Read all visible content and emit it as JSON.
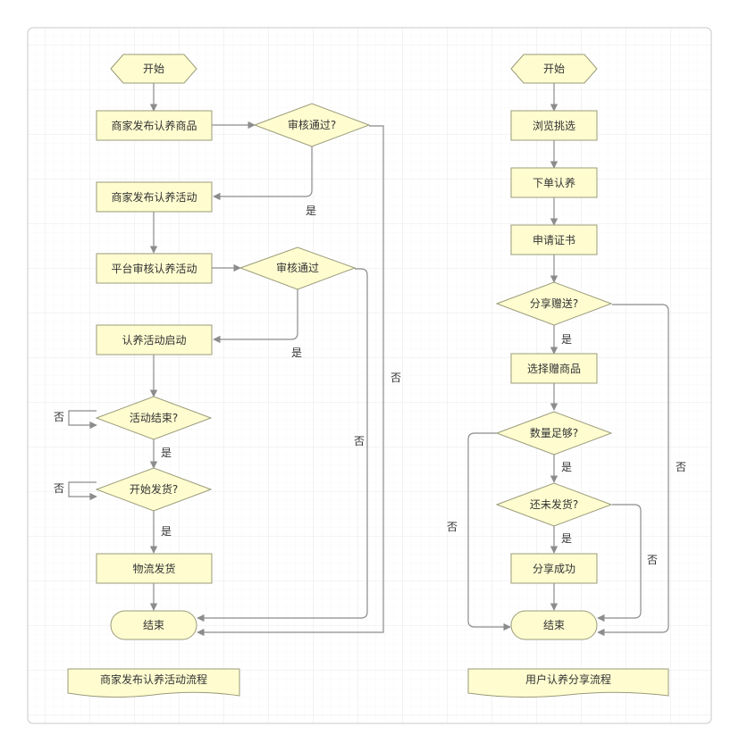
{
  "colors": {
    "node_fill": "#fffdd0",
    "node_stroke": "#9a9a7a",
    "edge": "#8c8c8c",
    "grid": "#efefef",
    "frame": "#c8c8c8",
    "text": "#333333"
  },
  "left_flow": {
    "start": "开始",
    "publish_goods": "商家发布认养商品",
    "review1": "审核通过?",
    "publish_activity": "商家发布认养活动",
    "platform_review": "平台审核认养活动",
    "review2": "审核通过",
    "activity_start": "认养活动启动",
    "activity_end": "活动结束?",
    "start_shipping": "开始发货?",
    "logistics": "物流发货",
    "end": "结束",
    "caption": "商家发布认养活动流程",
    "labels": {
      "yes1": "是",
      "yes2": "是",
      "yes3": "是",
      "yes4": "是",
      "no1": "否",
      "no2": "否",
      "no3": "否",
      "no4": "否"
    }
  },
  "right_flow": {
    "start": "开始",
    "browse": "浏览挑选",
    "order": "下单认养",
    "apply_cert": "申请证书",
    "share_gift": "分享赠送?",
    "choose_gift": "选择赠商品",
    "qty_enough": "数量足够?",
    "not_shipped": "还未发货?",
    "share_success": "分享成功",
    "end": "结束",
    "caption": "用户认养分享流程",
    "labels": {
      "yes1": "是",
      "yes2": "是",
      "yes3": "是",
      "no1": "否",
      "no2": "否",
      "no3": "否"
    }
  }
}
